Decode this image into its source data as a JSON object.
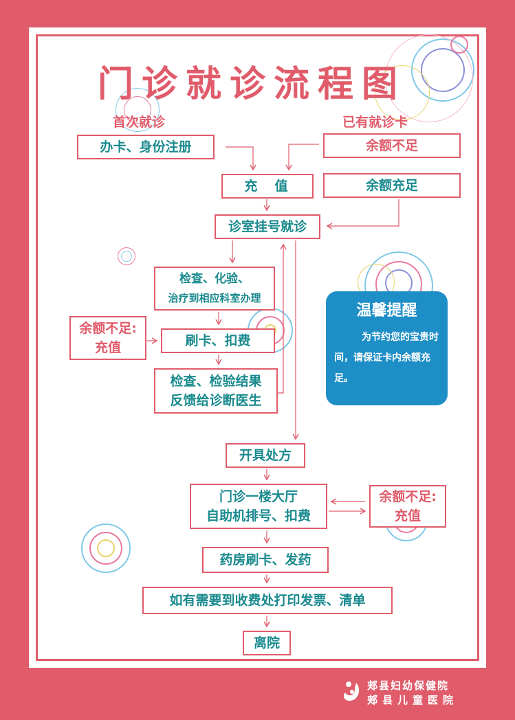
{
  "title": "门诊就诊流程图",
  "headings": {
    "first_visit": "首次就诊",
    "has_card": "已有就诊卡"
  },
  "steps": {
    "register_card": "办卡、身份注册",
    "balance_low_top": "余额不足",
    "recharge": "充  值",
    "balance_ok": "余额充足",
    "clinic_register": "诊室挂号就诊",
    "exam_line1": "检查、化验、",
    "exam_line2": "治疗到相应科室办理",
    "swipe_pay": "刷卡、扣费",
    "side_low_line1": "余额不足:",
    "side_low_line2": "充值",
    "result_line1": "检查、检验结果",
    "result_line2": "反馈给诊断医生",
    "prescription": "开具处方",
    "hall_line1": "门诊一楼大厅",
    "hall_line2": "自助机排号、扣费",
    "right_low_line1": "余额不足:",
    "right_low_line2": "充值",
    "pharmacy": "药房刷卡、发药",
    "invoice": "如有需要到收费处打印发票、清单",
    "leave": "离院"
  },
  "tip": {
    "title": "温馨提醒",
    "body": "为节约您的宝贵时间，请保证卡内余额充足。"
  },
  "footer": {
    "line1": "郏县妇幼保健院",
    "line2": "郏县儿童医院"
  },
  "colors": {
    "brand_red": "#e05c6b",
    "teal_text": "#1a8a8e",
    "tip_blue": "#1e8ec7"
  }
}
